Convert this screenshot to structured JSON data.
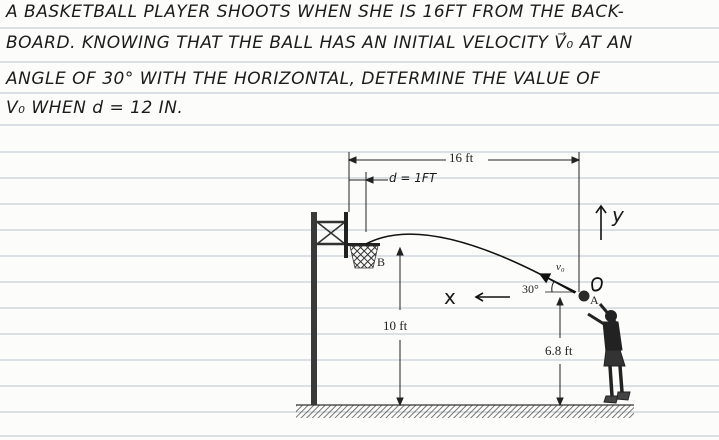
{
  "problem": {
    "line1": "A BASKETBALL PLAYER SHOOTS WHEN SHE IS 16FT FROM THE BACK-",
    "line2": "BOARD. KNOWING THAT THE BALL HAS AN INITIAL VELOCITY V⃗₀ AT AN",
    "line3": "ANGLE OF 30° WITH THE HORIZONTAL, DETERMINE THE VALUE OF",
    "line4": "V₀ WHEN d = 12 IN."
  },
  "figure": {
    "dim_total": "16 ft",
    "dim_d": "d = 1FT",
    "label_B": "B",
    "label_A": "A",
    "velocity": "v₀",
    "angle": "30°",
    "height_rim": "10 ft",
    "height_release": "6.8 ft",
    "axis_y": "y",
    "axis_x": "x"
  }
}
